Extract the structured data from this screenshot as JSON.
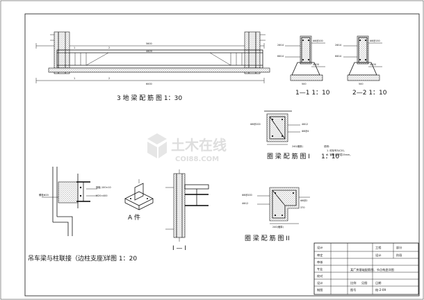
{
  "drawing": {
    "titles": {
      "ground_beam": "3 地 梁 配 筋 图  1：30",
      "section_1": "1—1  1：10",
      "section_2": "2—2  1：10",
      "ring_beam_1_left": "圈 梁 配 筋 图 I",
      "ring_beam_1_scale": "1：10",
      "ring_beam_2": "圈 梁 配 筋 图 II",
      "crane_joint_a": "吊车梁与柱联接（边柱支座）",
      "crane_joint_b": "详图  1：20",
      "part_a": "A  件",
      "section_i": "I — I"
    },
    "section_marks": {
      "one": "1",
      "two": "2"
    },
    "rebar_labels": {
      "ground_beam_main": "4Φ20",
      "s1_a": "2Φ14",
      "s1_b": "6Φ14",
      "s1_c": "Φ8@200",
      "s1_d": "4Φ20",
      "s1_e": "500",
      "s2_a": "2Φ14",
      "s2_b": "6Φ14",
      "s2_c": "Φ8@150",
      "s2_d": "4Φ20",
      "s2_e": "500",
      "rb1_a": "Φ8@200",
      "rb1_b": "4Φ12",
      "rb1_c": "Φ8@4",
      "rb1_d": "240(墙厚)",
      "rb2_a": "Φ8@200",
      "rb2_b": "4Φ12",
      "rb2_c": "Φ8@2",
      "rb2_d": "370",
      "rb2_e": "240(墙厚)",
      "crane_a": "螺栓Φ20",
      "crane_b": "钢板-100×10",
      "crane_c": "M20×400",
      "notes_title": "说明：",
      "note_1": "1. 砼标号为C20。",
      "note_2": "2. 钢筋   保护层25mm。"
    },
    "watermark": {
      "main": "土木在线",
      "sub": "COI88.COM"
    },
    "title_block": {
      "company": "设计",
      "row_labels": [
        "审定",
        "审核",
        "专业",
        "校对",
        "设计",
        "制图"
      ],
      "right_top": [
        "工程",
        "部分"
      ],
      "right_mid": [
        "设计",
        "阶段"
      ],
      "project": "某厂房基础配筋图、节点构造详图",
      "bottom": [
        "比例",
        "见图",
        "日期",
        "图号",
        "结-2-09"
      ]
    }
  }
}
